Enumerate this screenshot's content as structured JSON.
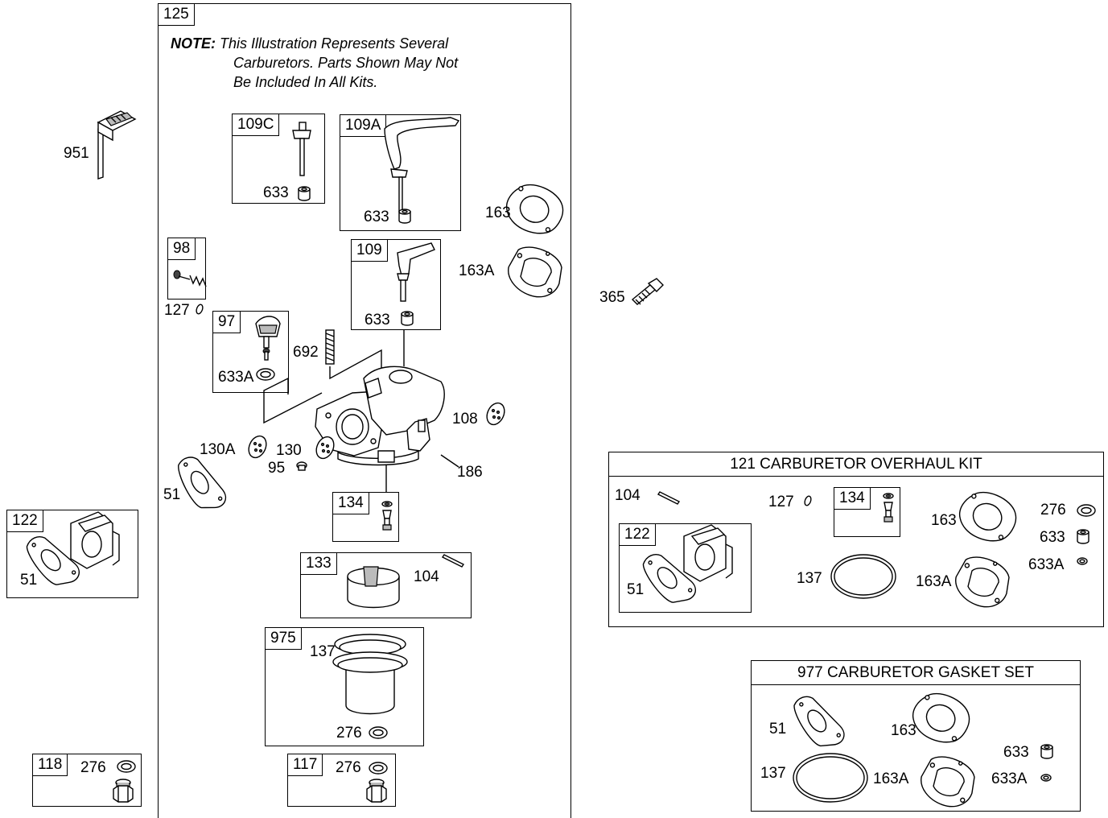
{
  "main_assembly": {
    "number": "125",
    "note_prefix": "NOTE:",
    "note_lines": [
      "This Illustration Represents Several",
      "Carburetors. Parts Shown May Not",
      "Be Included In All Kits."
    ]
  },
  "callouts": {
    "c951": "951",
    "c109c": "109C",
    "c633_a": "633",
    "c109a": "109A",
    "c633_b": "633",
    "c163": "163",
    "c98": "98",
    "c127": "127",
    "c109": "109",
    "c163a": "163A",
    "c633_c": "633",
    "c97": "97",
    "c692": "692",
    "c633a": "633A",
    "c108": "108",
    "c130a": "130A",
    "c130": "130",
    "c95": "95",
    "c51": "51",
    "c186": "186",
    "c134": "134",
    "c133": "133",
    "c104": "104",
    "c975": "975",
    "c137": "137",
    "c276": "276",
    "c117": "117",
    "c276_b": "276",
    "c365": "365"
  },
  "left_kits": {
    "k122": "122",
    "k122_51": "51",
    "k118": "118",
    "k118_276": "276"
  },
  "overhaul_kit": {
    "title": "121 CARBURETOR OVERHAUL KIT",
    "labels": {
      "l104": "104",
      "l127": "127",
      "l134": "134",
      "l163": "163",
      "l276": "276",
      "l633": "633",
      "l122": "122",
      "l633a": "633A",
      "l51": "51",
      "l137": "137",
      "l163a": "163A"
    }
  },
  "gasket_set": {
    "title": "977 CARBURETOR GASKET SET",
    "labels": {
      "l51": "51",
      "l163": "163",
      "l633": "633",
      "l137": "137",
      "l163a": "163A",
      "l633a": "633A"
    }
  }
}
